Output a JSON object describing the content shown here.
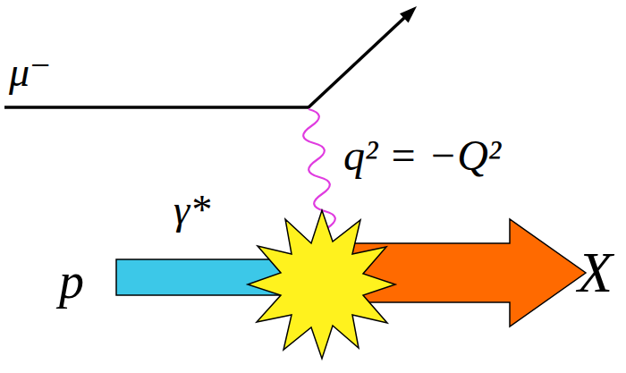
{
  "diagram": {
    "nodes": [
      {
        "text": [
          "p"
        ]
      },
      {
        "text": [
          "X"
        ]
      }
    ],
    "labels": [
      "μ⁻",
      "q² = −Q²",
      "γ*"
    ]
  }
}
